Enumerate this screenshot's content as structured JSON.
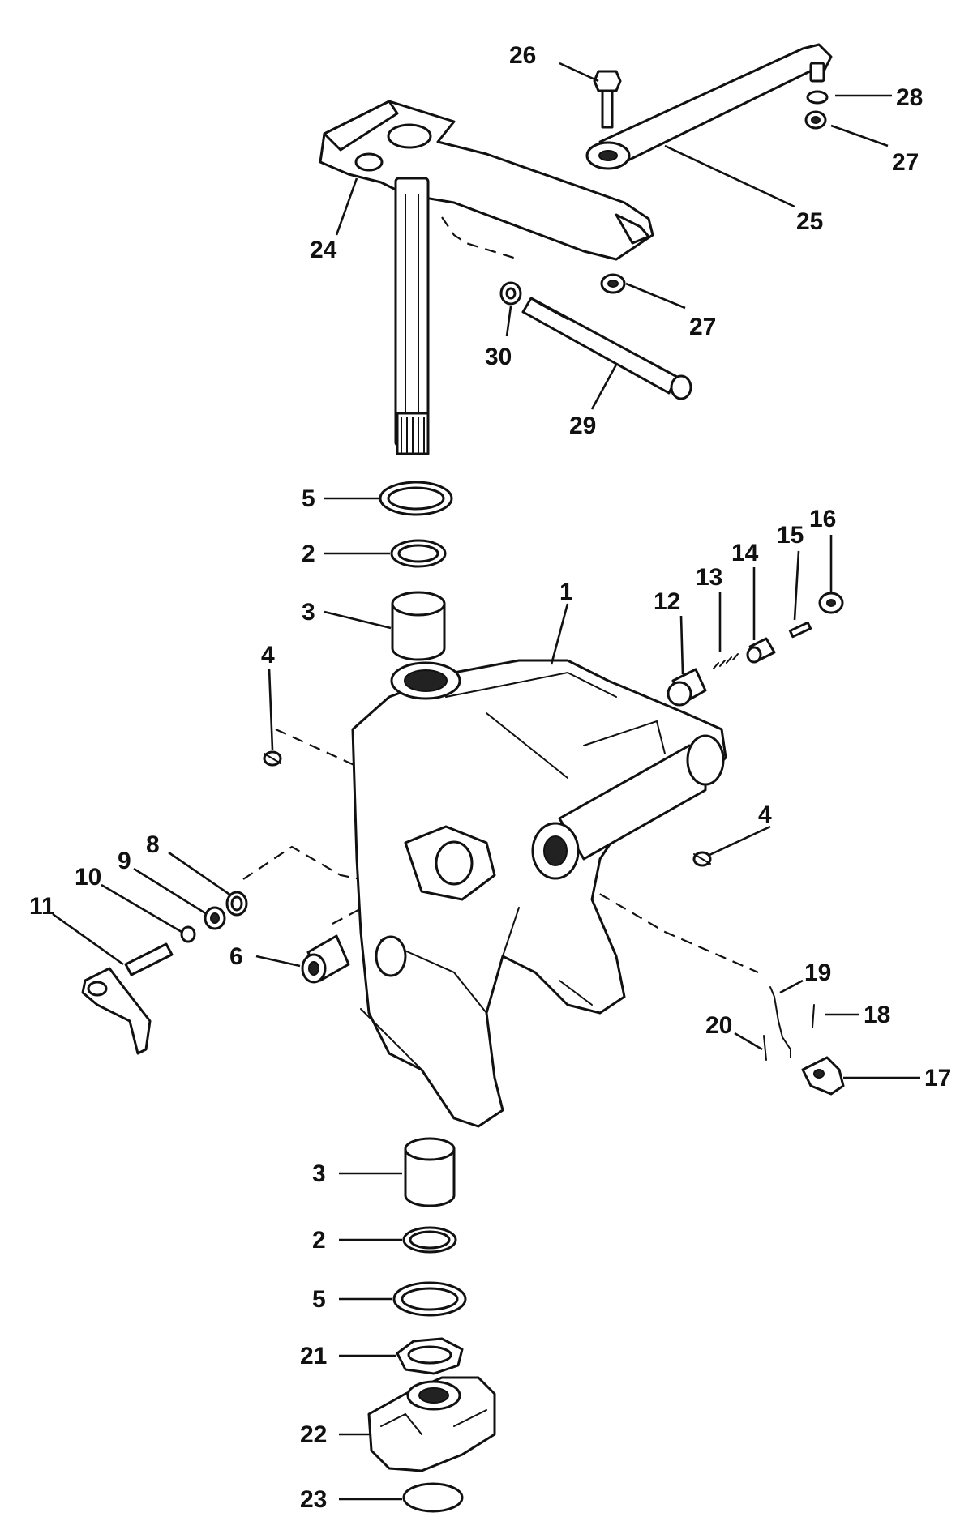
{
  "diagram": {
    "labels": [
      "1",
      "2",
      "3",
      "4",
      "5",
      "6",
      "8",
      "9",
      "10",
      "11",
      "12",
      "13",
      "14",
      "15",
      "16",
      "17",
      "18",
      "19",
      "20",
      "21",
      "22",
      "23",
      "24",
      "25",
      "26",
      "27",
      "28",
      "29",
      "30"
    ]
  }
}
